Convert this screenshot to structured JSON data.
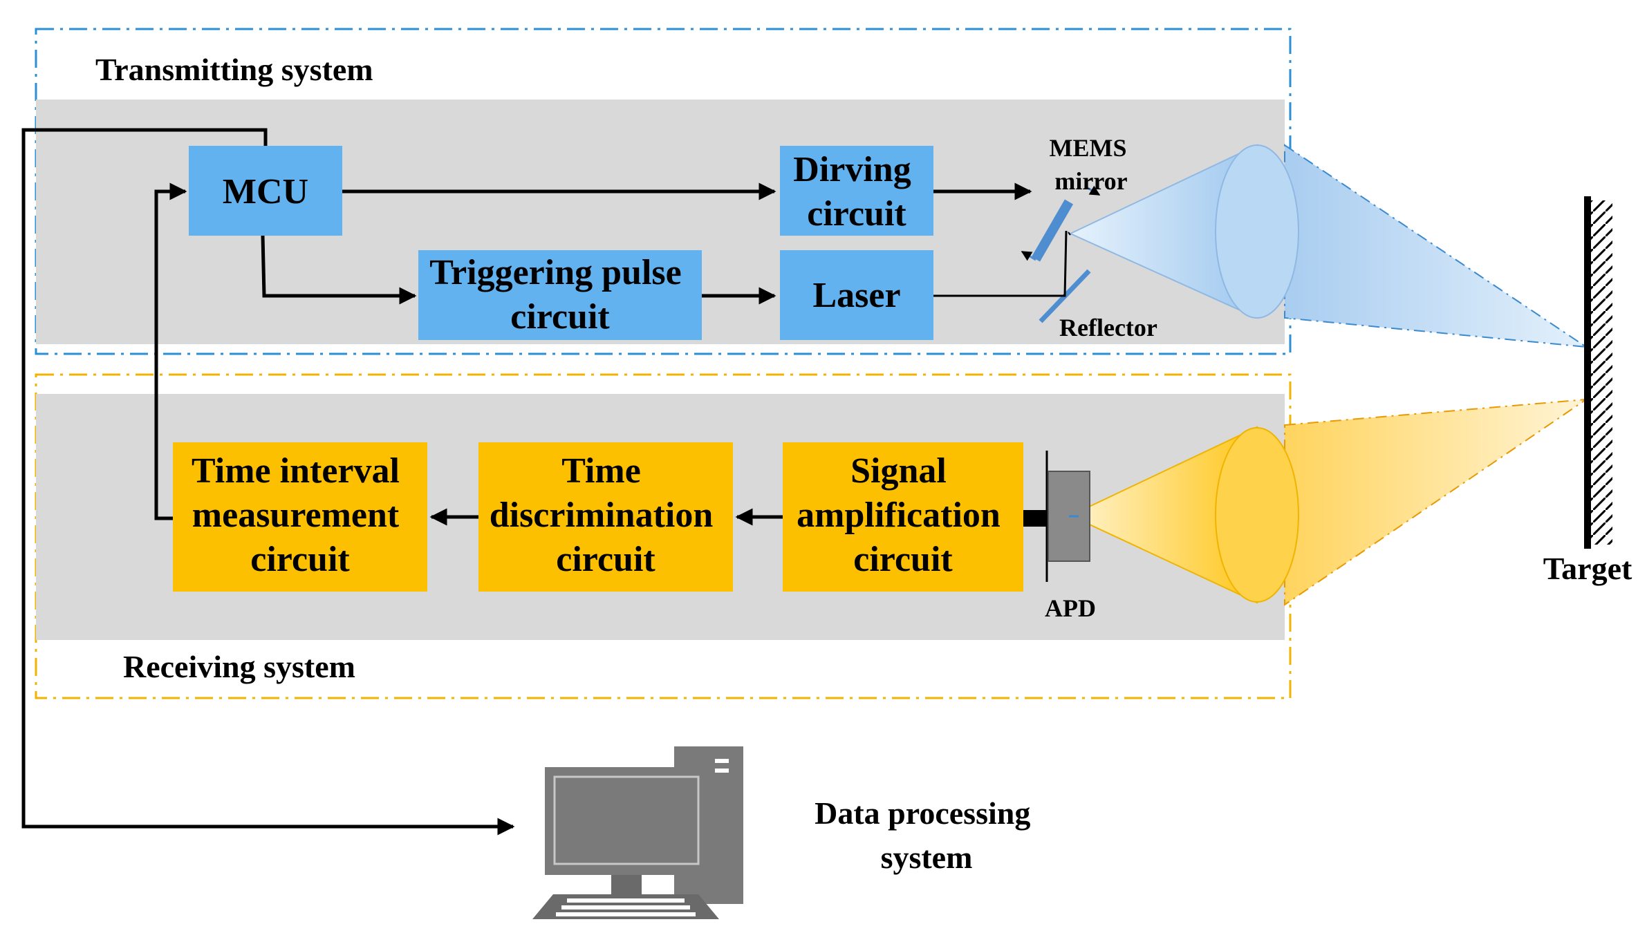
{
  "colors": {
    "transmit_accent": "#2b8fd6",
    "receive_accent": "#f0b400",
    "panel_gray": "#d9d9d9",
    "blue_box": "#62b2ef",
    "orange_box": "#fdc000",
    "computer_gray": "#7a7a7a"
  },
  "transmitting": {
    "title": "Transmitting system",
    "mcu": "MCU",
    "driving_circuit": [
      "Dirving",
      "circuit"
    ],
    "triggering_pulse": [
      "Triggering pulse",
      "circuit"
    ],
    "laser": "Laser",
    "mems_mirror": [
      "MEMS",
      "mirror"
    ],
    "reflector": "Reflector"
  },
  "receiving": {
    "title": "Receiving system",
    "signal_amp": [
      "Signal",
      "amplification",
      "circuit"
    ],
    "time_disc": [
      "Time",
      "discrimination",
      "circuit"
    ],
    "time_interval": [
      "Time interval",
      "measurement",
      "circuit"
    ],
    "apd": "APD"
  },
  "target": "Target",
  "data_processing": [
    "Data processing",
    "system"
  ]
}
